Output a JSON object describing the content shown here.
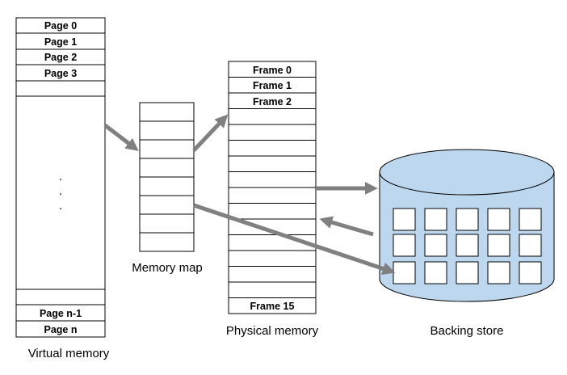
{
  "virtual_memory": {
    "caption": "Virtual memory",
    "top_pages": [
      "Page 0",
      "Page 1",
      "Page 2",
      "Page 3"
    ],
    "bottom_pages": [
      "Page n-1",
      "Page n"
    ],
    "ellipsis": "."
  },
  "memory_map": {
    "caption": "Memory map"
  },
  "physical_memory": {
    "caption": "Physical memory",
    "top_frames": [
      "Frame 0",
      "Frame 1",
      "Frame 2"
    ],
    "last_frame": "Frame 15"
  },
  "backing_store": {
    "caption": "Backing store",
    "colors": {
      "fill": "#bdd7ee",
      "arrow": "#808080"
    }
  }
}
